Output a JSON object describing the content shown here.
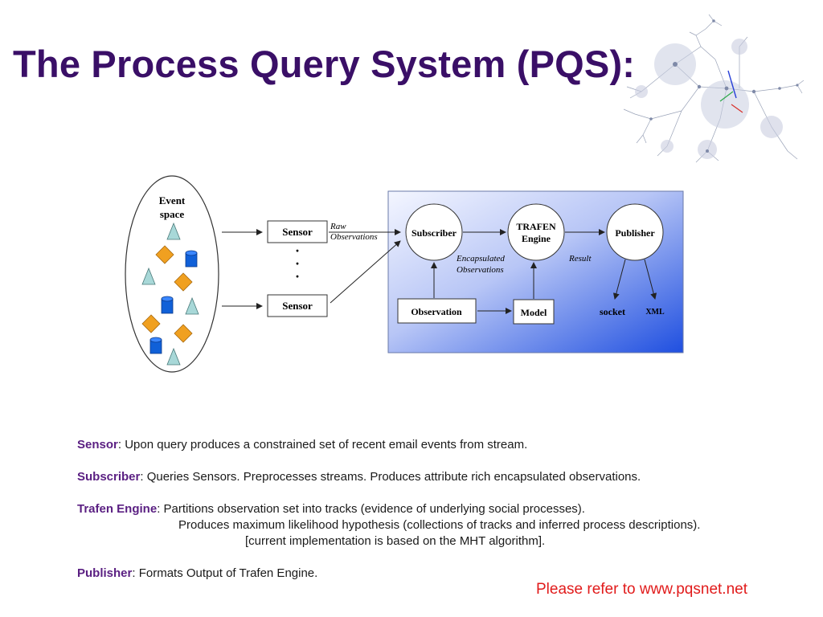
{
  "title": "The Process Query System (PQS):",
  "diagram": {
    "event_space": {
      "line1": "Event",
      "line2": "space"
    },
    "sensor_top": "Sensor",
    "sensor_bottom": "Sensor",
    "dots": "·",
    "raw_obs": {
      "line1": "Raw",
      "line2": "Observations"
    },
    "subscriber": "Subscriber",
    "trafen": {
      "line1": "TRAFEN",
      "line2": "Engine"
    },
    "publisher": "Publisher",
    "encapsulated": {
      "line1": "Encapsulated",
      "line2": "Observations"
    },
    "result": "Result",
    "observation": "Observation",
    "model": "Model",
    "socket": "socket",
    "xml": "XML"
  },
  "descriptions": {
    "sensor": {
      "term": "Sensor",
      "text": ":  Upon query produces a constrained set of recent email events from stream."
    },
    "subscriber": {
      "term": "Subscriber",
      "text": ": Queries Sensors. Preprocesses streams. Produces attribute rich encapsulated observations."
    },
    "trafen": {
      "term": "Trafen Engine",
      "text": ":  Partitions observation set into tracks (evidence of underlying social processes).",
      "line2": "Produces maximum likelihood hypothesis (collections of tracks and inferred process descriptions).",
      "line3": "[current implementation is based on the MHT algorithm]."
    },
    "publisher": {
      "term": "Publisher",
      "text": ": Formats Output of Trafen Engine."
    }
  },
  "footer": "Please refer to www.pqsnet.net",
  "colors": {
    "title": "#3a0f67",
    "term": "#5a1f82",
    "footer": "#e11b1b",
    "panel_blue": "#1f4fe0",
    "diamond": "#f0a020",
    "cylinder": "#1060d8",
    "triangle": "#a8d8d8"
  }
}
